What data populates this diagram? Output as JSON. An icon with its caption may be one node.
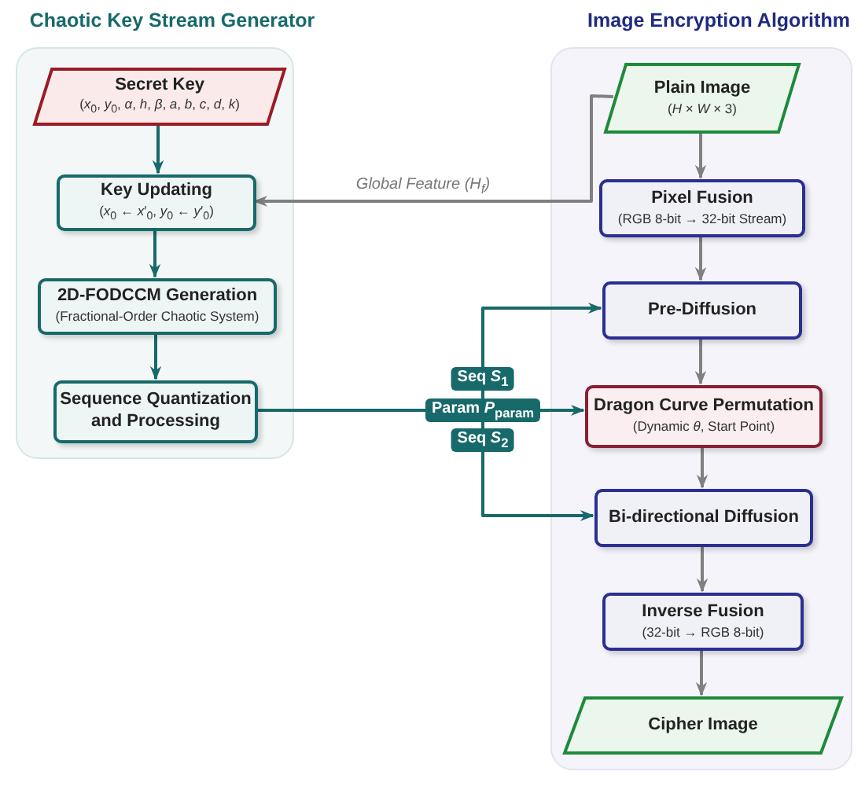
{
  "diagram": {
    "nodes": [
      {
        "text": [
          "Chaotic Key Stream Generator"
        ]
      },
      {
        "text": [
          "Secret Key",
          "(*x*$_{0}$, *y*$_{0}$, *α*, *h*, *β*, *a*, *b*, *c*, *d*, *k*)"
        ],
        "in": 0
      },
      {
        "text": [
          "Key Updating",
          "(*x*$_{0}$ ← *x*′$_{0}$, *y*$_{0}$ ← *y*′$_{0}$)"
        ],
        "in": 0
      },
      {
        "text": [
          "2D-FODCCM Generation",
          "(Fractional-Order Chaotic System)"
        ],
        "in": 0
      },
      {
        "text": [
          "Sequence Quantization and Processing"
        ],
        "in": 0
      },
      {
        "text": [
          "Image Encryption Algorithm"
        ]
      },
      {
        "text": [
          "Plain Image",
          "(*H* × *W* × 3)"
        ],
        "in": 5
      },
      {
        "text": [
          "Pixel Fusion",
          "(RGB 8-bit → 32-bit Stream)"
        ],
        "in": 5
      },
      {
        "text": [
          "Pre-Diffusion"
        ],
        "in": 5
      },
      {
        "text": [
          "Dragon Curve Permutation",
          "(Dynamic *θ*, Start Point)"
        ],
        "in": 5
      },
      {
        "text": [
          "Bi-directional Diffusion"
        ],
        "in": 5
      },
      {
        "text": [
          "Inverse Fusion",
          "(32-bit → RGB 8-bit)"
        ],
        "in": 5
      },
      {
        "text": [
          "Cipher Image"
        ],
        "in": 5
      }
    ],
    "edges": [
      {
        "from": 1,
        "to": 2,
        "arrow": "to",
        "color": "#17696a"
      },
      {
        "from": 2,
        "to": 3,
        "arrow": "to",
        "color": "#17696a"
      },
      {
        "from": 3,
        "to": 4,
        "arrow": "to",
        "color": "#17696a"
      },
      {
        "from": 6,
        "to": 2,
        "arrow": "to",
        "label": "Global Feature (*H*$_{f}$)"
      },
      {
        "from": 4,
        "to": 8,
        "arrow": "to",
        "label": "Seq *S*$_{1}$",
        "color": "#17696a"
      },
      {
        "from": 4,
        "to": 9,
        "arrow": "to",
        "label": "Param *P*$_{param}$",
        "color": "#17696a"
      },
      {
        "from": 4,
        "to": 10,
        "arrow": "to",
        "label": "Seq *S*$_{2}$",
        "color": "#17696a"
      },
      {
        "from": 6,
        "to": 7,
        "arrow": "to"
      },
      {
        "from": 7,
        "to": 8,
        "arrow": "to"
      },
      {
        "from": 8,
        "to": 9,
        "arrow": "to"
      },
      {
        "from": 9,
        "to": 10,
        "arrow": "to"
      },
      {
        "from": 10,
        "to": 11,
        "arrow": "to"
      },
      {
        "from": 11,
        "to": 12,
        "arrow": "to"
      }
    ]
  }
}
